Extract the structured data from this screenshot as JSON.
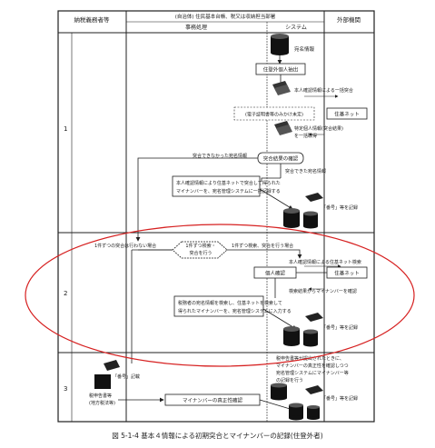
{
  "header": {
    "col_taxpayer": "納税義務者等",
    "col_municipality_top": "(自治体) 住民基本台帳、税又は収納担当部署",
    "col_office": "事務処理",
    "col_system": "システム",
    "col_external": "外部機関"
  },
  "rows": [
    "1",
    "2",
    "3"
  ],
  "boxes": {
    "address_info": "宛名情報",
    "extract_non_resident": "住登外個人抽出",
    "basic_4_info_batch": "本人確認情報による一括突合",
    "juki_net_1": "住基ネット",
    "e_signature_note": "(電子証明書等のみかけ未定)",
    "matched_individuals_1": "特定個人情報(突合結果)",
    "matched_individuals_2": "を一括取得",
    "unmatched_info": "突合できなかった宛名情報",
    "check_result": "突合結果の確認",
    "matched_info": "突合できた宛名情報",
    "register_my_number_1": "本人確認情報により住基ネットで突合して得られた",
    "register_my_number_2": "マイナンバーを、宛名管理システムに一括記録する",
    "record_number_1": "「番号」等を記録",
    "one_by_one_no": "1件ずつの突合は行わない場合",
    "one_by_one_match_1": "1件ずつ検索・",
    "one_by_one_match_2": "突合を行う",
    "one_by_one_yes": "1件ずつ検索、突合を行う場合",
    "search_by_basic_info": "本人確認情報による住基ネット検索",
    "personal_confirmation": "個人確認",
    "juki_net_2": "住基ネット",
    "confirm_my_number_result": "検索結果からマイナンバーを確認",
    "input_my_number_1": "税務者の宛名情報を検索し、住基ネットを検索して",
    "input_my_number_2": "得られたマイナンバーを、宛名管理システムに入力する",
    "record_number_2": "「番号」等を記録",
    "record_number_3": "「番号」記載",
    "tax_docs_1": "税申告書等",
    "tax_docs_2": "(地方税法等)",
    "verify_authenticity": "マイナンバーの真正性確認",
    "record_number_4": "「番号」等を記録",
    "note_3_line1": "税申告書等が提出されたときに、",
    "note_3_line2": "マイナンバーの真正性を確認しつつ",
    "note_3_line3": "宛名管理システムにマイナンバー等",
    "note_3_line4": "の記録を行う"
  },
  "caption": "図 5-1-4 基本４情報による初期突合とマイナンバーの記録(住登外者)",
  "colors": {
    "ellipse": "#d62020",
    "line": "#1f1f1f",
    "db": "#111111"
  }
}
